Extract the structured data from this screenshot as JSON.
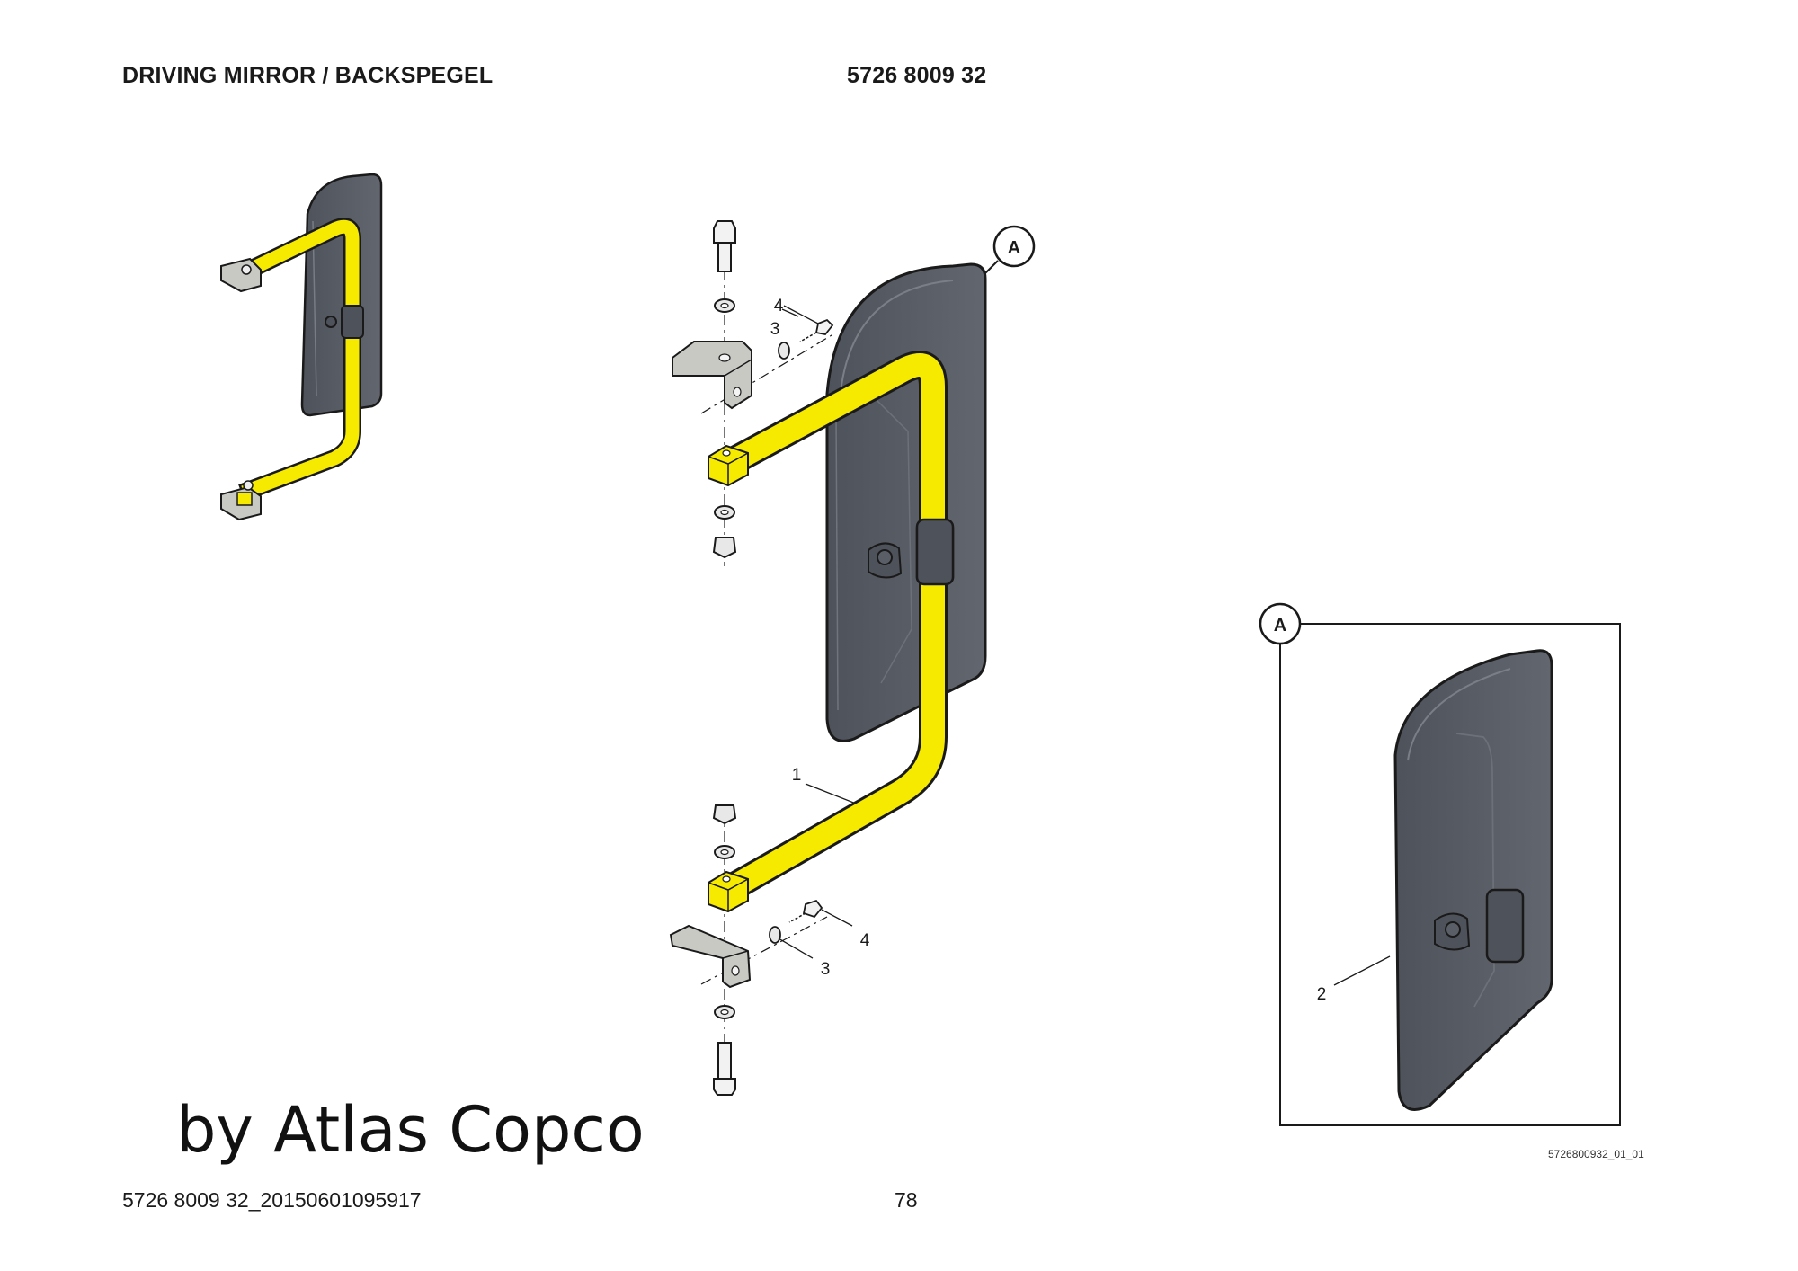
{
  "header": {
    "title": "DRIVING MIRROR / BACKSPEGEL",
    "part_number": "5726 8009 32"
  },
  "callouts": {
    "detail_a_main": "A",
    "detail_a_box": "A",
    "item_1": "1",
    "item_2": "2",
    "item_3_top": "3",
    "item_3_bottom": "3",
    "item_4_top": "4",
    "item_4_bottom": "4"
  },
  "drawing_id": "5726800932_01_01",
  "watermark": "by Atlas Copco",
  "footer": {
    "document_id": "5726 8009 32_20150601095917",
    "page_number": "78"
  },
  "colors": {
    "arm_yellow": "#f5ea00",
    "mirror_gray": "#5a5e66",
    "bracket_gray": "#c9c9c4",
    "line": "#1a1a1a"
  }
}
